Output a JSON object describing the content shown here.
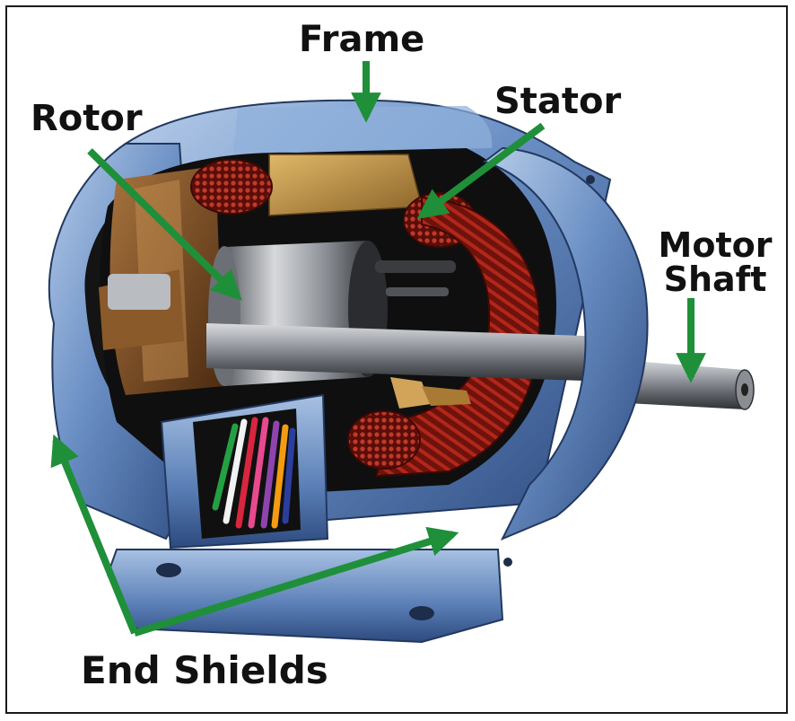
{
  "labels": {
    "frame": "Frame",
    "rotor": "Rotor",
    "stator": "Stator",
    "motor_shaft_line1": "Motor",
    "motor_shaft_line2": "Shaft",
    "end_shields": "End Shields"
  },
  "colors": {
    "housing_blue": "#5f83b8",
    "housing_dark": "#2f4f86",
    "housing_light": "#a9c1e2",
    "arrow_green": "#1f8f3a",
    "copper_red": "#8b1a12",
    "core_tan": "#b88a3e",
    "fan_brown": "#7a4a22",
    "shaft_gray": "#8c9096"
  }
}
